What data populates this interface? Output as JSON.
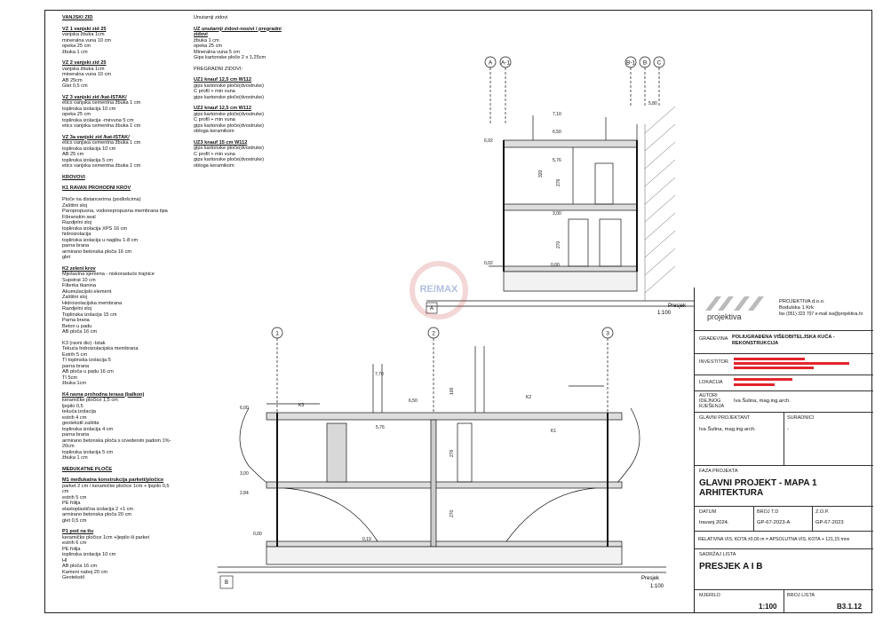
{
  "spec_col1": [
    {
      "head": "VANJSKI ZID",
      "lines": []
    },
    {
      "head": "VZ 1 vanjski zid 25",
      "lines": [
        "vanjska žbuka 1cm",
        "mineralna vuna 10 cm",
        "opeka 25 cm",
        "žbuka 1 cm"
      ]
    },
    {
      "head": "VZ 2 vanjski zid 25",
      "lines": [
        "vanjska žbuka 1cm",
        "mineralna vuna 10 cm",
        "AB 25cm",
        "Glet 0,5 cm"
      ]
    },
    {
      "head": "VZ 3 vanjski zid /kat-ISTAK/",
      "lines": [
        "etics vanjska cementna žbuka 1 cm",
        "toplinska izolacija 10 cm",
        "opeka 25 cm",
        "toplinska izolacija -mirvuna 5 cm",
        "etics vanjska cementna žbuka 1 cm"
      ]
    },
    {
      "head": "VZ 3a vanjski zid /kat-ISTAK/",
      "lines": [
        "etics vanjska cementna žbuka 1 cm",
        "toplinska izolacija 10 cm",
        "AB 25 cm",
        "toplinska izolacija 5 cm",
        "etics vanjska cementna žbuka 1 cm"
      ]
    },
    {
      "head": "KROVOVI",
      "lines": []
    },
    {
      "head": "K1 RAVAN PROHODNI KROV",
      "lines": [
        "",
        "Ploče na distancerima (podlošcima)",
        "Zaštitni sloj",
        "Paropropusna, vodonepropusna membrana tipa",
        "Fibranskin seal",
        "Razdjelni sloj",
        "toplinska izolacija XPS 16 cm",
        "hidroizolacija",
        "toplinska izolacija u nagibu 1-8 cm",
        "parna brana",
        "armirano betonska ploča 16 cm",
        "glet"
      ]
    },
    {
      "head": "K2 zeleni krov",
      "lines": [
        "Mješavina sjemena - niskorastuće trajnice",
        "Supstrat 10 cm",
        "Filterka tkanina",
        "Akumulacijski element",
        "Zaštitni sloj",
        "Hidroizolacijska membrana",
        "Razdjelni sloj",
        "Toplinska izolacija 15 cm",
        "Parna brana",
        "Beton u padu",
        "AB ploča 16 cm"
      ]
    },
    {
      "head": "",
      "lines": [
        "K3 (ravni dio) -Istak",
        "Tekuća hidroizolacijska membrana",
        "Estrih 5 cm",
        "TI toplinska izolacija 5",
        "parna brana",
        "AB ploča u padu 16 cm",
        "TI 5cm",
        "žbuka 1cm"
      ]
    },
    {
      "head": "K4 ravna prohodna terasa (balkon)",
      "lines": [
        "keramičke pločice 1,5 cm",
        "ljepilo 0,5",
        "tekuća izolacija",
        "estrih 4 cm",
        "geotekstil zaštita",
        "toplinska izolacija 4 cm",
        "parna brana",
        "armirano betonska ploča s izvedenim padom 1%-",
        "20cm",
        "toplinska izolacija 5 cm",
        "žbuka 1 cm"
      ]
    },
    {
      "head": "MEĐUKATNE PLOČE",
      "lines": []
    },
    {
      "head": "M1 međukatna konstrukcija parketi/pločice",
      "lines": [
        "parket 2 cm / keramičke pločice 1cm + ljepilo 0,5",
        "cm",
        "estrih 5 cm",
        "PE folija",
        "elastoplastična izolacija 2 +1 cm",
        "armirano betonska ploča 20 cm",
        "glet 0,5 cm"
      ]
    },
    {
      "head": "P1 pod na tlu",
      "lines": [
        "keramičke pločice 1cm +ljepilo ili parket",
        "estrih 6 cm",
        "PE folija",
        "toplinska izolacija 10 cm",
        "HI",
        "AB ploča 16 cm",
        "Kameni naboj 20 cm",
        "Geotekstil"
      ]
    }
  ],
  "spec_col2": [
    {
      "head": "",
      "lines": [
        "Unutarnji zidovi"
      ]
    },
    {
      "head": "UZ unutarnji zidovi-nosivi / pregradni zidovi",
      "lines": [
        "žbuka 1 cm",
        "opeka 25 cm",
        "Mineralna vuna 5 cm",
        "Gips kartonske ploče 2 x 1,25cm"
      ]
    },
    {
      "head": "",
      "lines": [
        "PREGRADNI ZIDOVI:"
      ]
    },
    {
      "head": "UZ1 knauf 12,5 cm W112",
      "lines": [
        "gips kartonske ploče(dvostruke)",
        "C profil + min vuna",
        "gips kartonske ploče(dvostruke)"
      ]
    },
    {
      "head": "UZ2 knauf 12,5 cm W112",
      "lines": [
        "gips kartonske ploče(dvostruke)",
        "C profil + min vuna",
        "gips kartonske ploče(dvostruke)",
        "obloga keramikom"
      ]
    },
    {
      "head": "UZ3 knauf 15 cm W112",
      "lines": [
        "gips kartonske ploče(dvostruke)",
        "C profil + min vuna",
        "gips kartonske ploče(dvostruke)",
        "obloga keramikom"
      ]
    }
  ],
  "sectionA": {
    "axes": [
      "A",
      "A-1",
      "B-1",
      "B",
      "C"
    ],
    "label": "A",
    "name": "Presjek",
    "scale": "1:100",
    "levels": [
      "7,10",
      "6,50",
      "5,76",
      "3,00",
      "0,02",
      "0,00",
      "6,92",
      "5,80"
    ],
    "dims": [
      "320",
      "276",
      "270"
    ]
  },
  "sectionB": {
    "axes": [
      "1",
      "2",
      "3"
    ],
    "label": "B",
    "name": "Presjek",
    "scale": "1:100",
    "levels": [
      "7,70",
      "6,50",
      "6,00",
      "5,76",
      "3,00",
      "0,00",
      "2,84",
      "0,19"
    ],
    "dims": [
      "100",
      "276",
      "270"
    ],
    "rooms": [
      "K1",
      "K2",
      "K3"
    ]
  },
  "watermark": "RE/MAX",
  "titleblock": {
    "company_name": "PROJEKTIVA d.o.o.",
    "company_address": "Bodulska 1 Krk",
    "company_contact": "fax (051) 323 707 e-mail iva@projektiva.hr",
    "logo_text": "projektiva",
    "gradevina_label": "GRAĐEVINA",
    "gradevina_value": "POLIUGRAĐENA VIŠEOBITELJSKA KUĆA - REKONSTRUKCIJA",
    "investitor_label": "INVESTITOR",
    "lokacija_label": "LOKACIJA",
    "autori_label": "AUTORI IDEJNOG RJEŠENJA",
    "autori_value": "Iva Šulina, mag.ing.arch.",
    "glavni_label": "GLAVNI PROJEKTANT",
    "glavni_value": "Iva Šulina, mag.ing.arch.",
    "suradnici_label": "SURADNICI",
    "suradnici_value": "-",
    "faza_label": "FAZA PROJEKTA",
    "faza_value": "GLAVNI PROJEKT - MAPA 1 ARHITEKTURA",
    "datum_label": "DATUM",
    "datum_value": "travanj 2024.",
    "broj_td_label": "BROJ T.D",
    "broj_td_value": "GP-67-2023-A",
    "zop_label": "Z.O.P.",
    "zop_value": "GP-67-2023",
    "relativna": "RELATIVNA VIS. KOTA ±0,00 m = APSOLUTNA VIS. KOTA + 121,15 mnv",
    "sadrzaj_label": "SADRŽAJ LISTA",
    "sadrzaj_value": "PRESJEK A I B",
    "mjerilo_label": "MJERILO",
    "mjerilo_value": "1:100",
    "broj_lista_label": "BROJ LISTA",
    "broj_lista_value": "B3.1.12"
  }
}
